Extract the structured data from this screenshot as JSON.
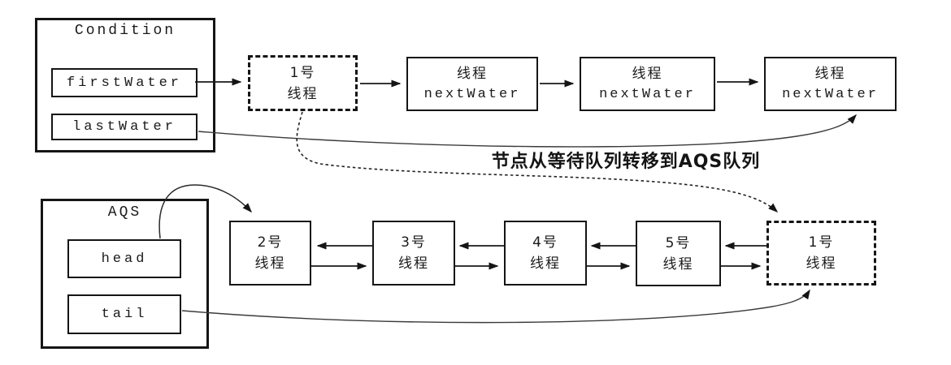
{
  "colors": {
    "ink": "#1a1a1a",
    "background": "#ffffff"
  },
  "condition": {
    "title": "Condition",
    "first": "firstWater",
    "last": "lastWater"
  },
  "aqs": {
    "title": "AQS",
    "head": "head",
    "tail": "tail"
  },
  "wait_queue": {
    "node1": {
      "line1": "1号",
      "line2": "线程"
    },
    "next_nodes": [
      {
        "line1": "线程",
        "line2": "nextWater"
      },
      {
        "line1": "线程",
        "line2": "nextWater"
      },
      {
        "line1": "线程",
        "line2": "nextWater"
      }
    ]
  },
  "aqs_queue": {
    "nodes": [
      {
        "line1": "2号",
        "line2": "线程"
      },
      {
        "line1": "3号",
        "line2": "线程"
      },
      {
        "line1": "4号",
        "line2": "线程"
      },
      {
        "line1": "5号",
        "line2": "线程"
      }
    ],
    "node1": {
      "line1": "1号",
      "line2": "线程"
    }
  },
  "annotation": "节点从等待队列转移到AQS队列"
}
